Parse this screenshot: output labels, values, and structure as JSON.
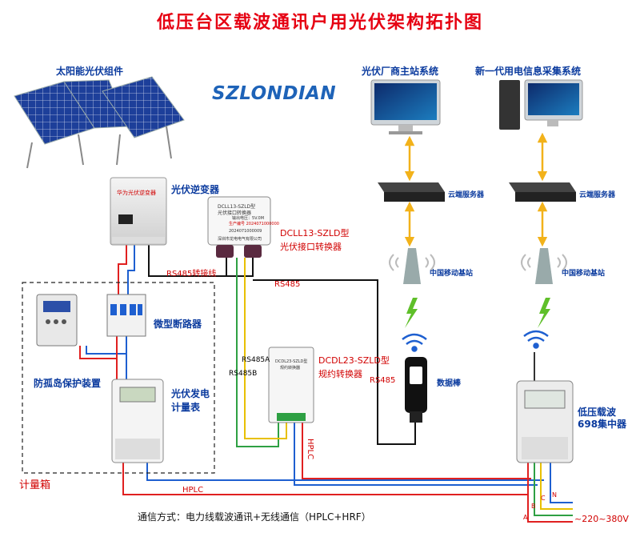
{
  "title": "低压台区载波通讯户用光伏架构拓扑图",
  "logo_text": "SZLONDIAN",
  "labels": {
    "solar_modules": "太阳能光伏组件",
    "inverter": "光伏逆变器",
    "pv_converter": "DCLL13-SZLD型",
    "pv_converter_sub": "光伏接口转换器",
    "protocol_converter": "DCDL23-SZLD型",
    "protocol_converter_sub": "规约转换器",
    "breaker": "微型断路器",
    "anti_island": "防孤岛保护装置",
    "pv_meter_1": "光伏发电",
    "pv_meter_2": "计量表",
    "meter_box": "计量箱",
    "pv_master": "光伏厂商主站系统",
    "new_gen": "新一代用电信息采集系统",
    "cloud_server_1": "云端服务器",
    "cloud_server_2": "云端服务器",
    "base_station_1": "中国移动基站",
    "base_station_2": "中国移动基站",
    "data_stick": "数据棒",
    "concentrator_1": "低压载波",
    "concentrator_2": "698集中器"
  },
  "wires": {
    "rs485_cable": "RS485转接线",
    "rs485_top": "RS485",
    "rs485_right": "RS485",
    "rs485a": "RS485A",
    "rs485b": "RS485B",
    "hplc_vertical": "HPLC",
    "hplc_bottom": "HPLC"
  },
  "phases": [
    "A",
    "B",
    "C",
    "N"
  ],
  "voltage": "~220~380V",
  "comm_method": "通信方式：电力线载波通讯+无线通信（HPLC+HRF）",
  "device_text": {
    "inverter_label": "华为光伏逆变器",
    "dcll_model": "DCLL13-SZLD型",
    "dcll_name": "光伏接口转换器",
    "dcll_fields": "输出电压：5V.0M",
    "dcll_id1": "生产编号 2024071000000",
    "dcll_id2": "2024071000009",
    "dcll_maker": "深圳市龙电电气有限公司",
    "dcdl_model": "DCDL23-SZLD型",
    "dcdl_name": "规约转换器"
  },
  "colors": {
    "title": "#e60012",
    "label": "#0a3a9e",
    "red_wire": "#e02020",
    "blue_wire": "#1e5fd0",
    "black_wire": "#111111",
    "yellow_wire": "#e8c000",
    "green_wire": "#2ea043",
    "arrow": "#f2b21a",
    "signal": "#5fbf2a"
  },
  "icons": [
    "solar-panel-icon",
    "monitor-icon",
    "desktop-tower-icon",
    "server-icon",
    "cell-tower-5g-icon",
    "wifi-icon",
    "lightning-icon",
    "data-stick-icon",
    "meter-icon",
    "concentrator-icon"
  ]
}
